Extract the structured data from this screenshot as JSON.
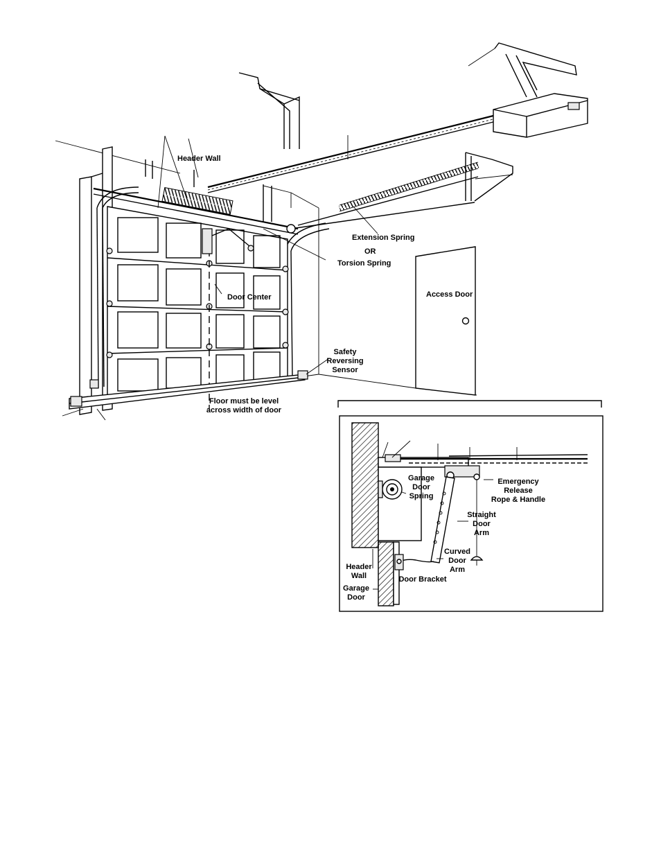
{
  "main_labels": {
    "header_wall": "Header Wall",
    "extension_spring": "Extension Spring",
    "or": "OR",
    "torsion_spring": "Torsion Spring",
    "door_center": "Door Center",
    "access_door": "Access Door",
    "safety_reversing_sensor": [
      "Safety",
      "Reversing",
      "Sensor"
    ],
    "floor_note": [
      "Floor must be level",
      "across width of door"
    ]
  },
  "inset_labels": {
    "garage_door_spring": [
      "Garage",
      "Door",
      "Spring"
    ],
    "emergency_release": [
      "Emergency",
      "Release",
      "Rope & Handle"
    ],
    "straight_door_arm": [
      "Straight",
      "Door",
      "Arm"
    ],
    "curved_door_arm": [
      "Curved",
      "Door",
      "Arm"
    ],
    "door_bracket": "Door Bracket",
    "header_wall": [
      "Header",
      "Wall"
    ],
    "garage_door": [
      "Garage",
      "Door"
    ]
  }
}
